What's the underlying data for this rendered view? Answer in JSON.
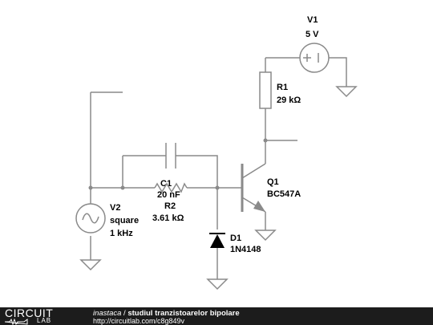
{
  "components": {
    "v1": {
      "name": "V1",
      "value": "5 V"
    },
    "r1": {
      "name": "R1",
      "value": "29 kΩ"
    },
    "c1": {
      "name": "C1",
      "value": "20 nF"
    },
    "r2": {
      "name": "R2",
      "value": "3.61 kΩ"
    },
    "v2": {
      "name": "V2",
      "line1": "square",
      "line2": "1 kHz"
    },
    "q1": {
      "name": "Q1",
      "value": "BC547A"
    },
    "d1": {
      "name": "D1",
      "value": "1N4148"
    }
  },
  "footer": {
    "logo_top": "CIRCUIT",
    "logo_bottom": "LAB",
    "author": "inastaca",
    "separator": " / ",
    "title": "studiul tranzistoarelor bipolare",
    "url": "http://circuitlab.com/c8g849v"
  },
  "colors": {
    "wire": "#8a8a8a",
    "text": "#000000",
    "footer_bg": "#1c1c1c"
  }
}
